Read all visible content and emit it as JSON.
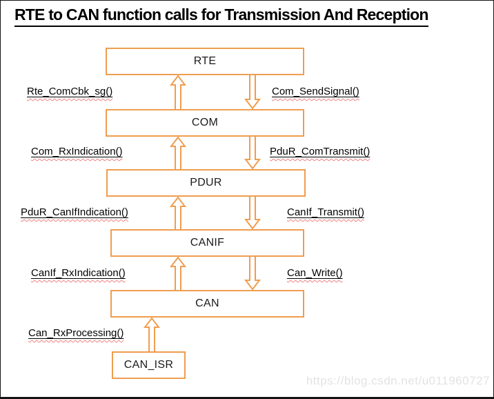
{
  "title": "RTE to CAN function calls for Transmission And Reception",
  "watermark": "https://blog.csdn.net/u011960727",
  "colors": {
    "accent": "#EF9D4F",
    "squiggle": "#F08080",
    "frame": "#141414",
    "watermark_text": "#E3E3E3",
    "text": "#000000"
  },
  "layers": [
    {
      "label": "RTE"
    },
    {
      "label": "COM"
    },
    {
      "label": "PDUR"
    },
    {
      "label": "CANIF"
    },
    {
      "label": "CAN"
    },
    {
      "label": "CAN_ISR"
    }
  ],
  "calls": [
    {
      "label": "Rte_ComCbk_sg()",
      "direction": "up",
      "side": "left",
      "from": "COM",
      "to": "RTE"
    },
    {
      "label": "Com_SendSignal()",
      "direction": "down",
      "side": "right",
      "from": "RTE",
      "to": "COM"
    },
    {
      "label": "Com_RxIndication()",
      "direction": "up",
      "side": "left",
      "from": "PDUR",
      "to": "COM"
    },
    {
      "label": "PduR_ComTransmit()",
      "direction": "down",
      "side": "right",
      "from": "COM",
      "to": "PDUR"
    },
    {
      "label": "PduR_CanIfIndication()",
      "direction": "up",
      "side": "left",
      "from": "CANIF",
      "to": "PDUR"
    },
    {
      "label": "CanIf_Transmit()",
      "direction": "down",
      "side": "right",
      "from": "PDUR",
      "to": "CANIF"
    },
    {
      "label": "CanIf_RxIndication()",
      "direction": "up",
      "side": "left",
      "from": "CAN",
      "to": "CANIF"
    },
    {
      "label": "Can_Write()",
      "direction": "down",
      "side": "right",
      "from": "CANIF",
      "to": "CAN"
    },
    {
      "label": "Can_RxProcessing()",
      "direction": "up",
      "side": "left",
      "from": "CAN_ISR",
      "to": "CAN"
    }
  ]
}
